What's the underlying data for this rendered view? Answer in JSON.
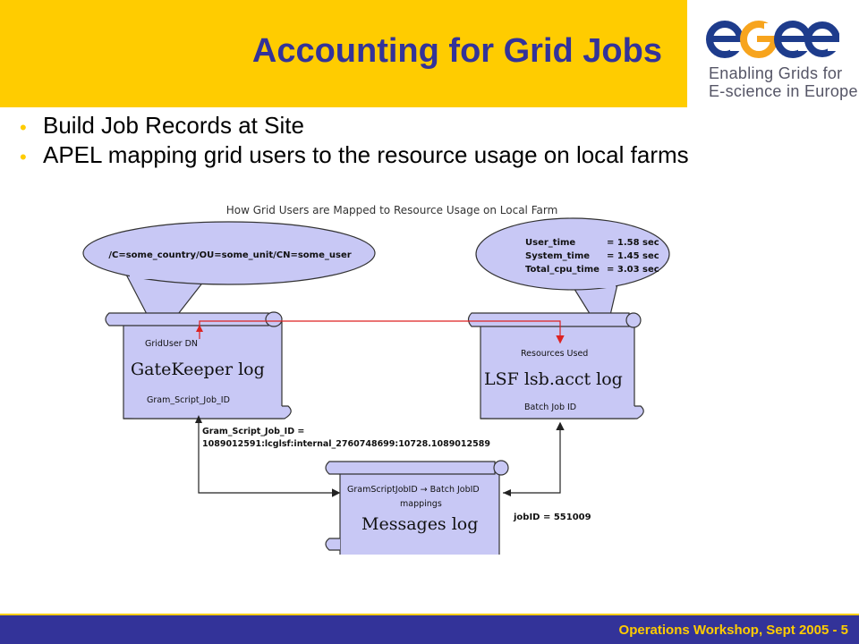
{
  "slide": {
    "title": "Accounting for Grid Jobs",
    "footer": "Operations Workshop, Sept 2005 - 5"
  },
  "logo": {
    "name": "egee",
    "line1": "Enabling Grids for",
    "line2": "E-science in Europe",
    "colors": {
      "blue": "#1E3C8C",
      "orange": "#F7A41D"
    }
  },
  "bullets": [
    "Build Job Records at Site",
    "APEL mapping grid users to the resource usage on  local farms"
  ],
  "diagram": {
    "caption": "How Grid Users are Mapped to Resource Usage on Local Farm",
    "dn_bubble": "/C=some_country/OU=some_unit/CN=some_user",
    "usage_bubble": [
      {
        "label": "User_time",
        "value": "= 1.58 sec"
      },
      {
        "label": "System_time",
        "value": "= 1.45 sec"
      },
      {
        "label": "Total_cpu_time",
        "value": "= 3.03 sec"
      }
    ],
    "gatekeeper": {
      "top": "GridUser DN",
      "title": "GateKeeper log",
      "bottom": "Gram_Script_Job_ID"
    },
    "lsf": {
      "top": "Resources Used",
      "title": "LSF lsb.acct log",
      "bottom": "Batch Job ID"
    },
    "messages": {
      "top1": "GramScriptJobID  → Batch JobID",
      "top2": "mappings",
      "title": "Messages log"
    },
    "gram_label_1": "Gram_Script_Job_ID =",
    "gram_label_2": "1089012591:lcglsf:internal_2760748699:10728.1089012589",
    "jobid_label": "jobID = 551009",
    "colors": {
      "scroll_fill": "#C8C8F5",
      "arrow_red": "#DD2222",
      "outline": "#333333"
    }
  }
}
